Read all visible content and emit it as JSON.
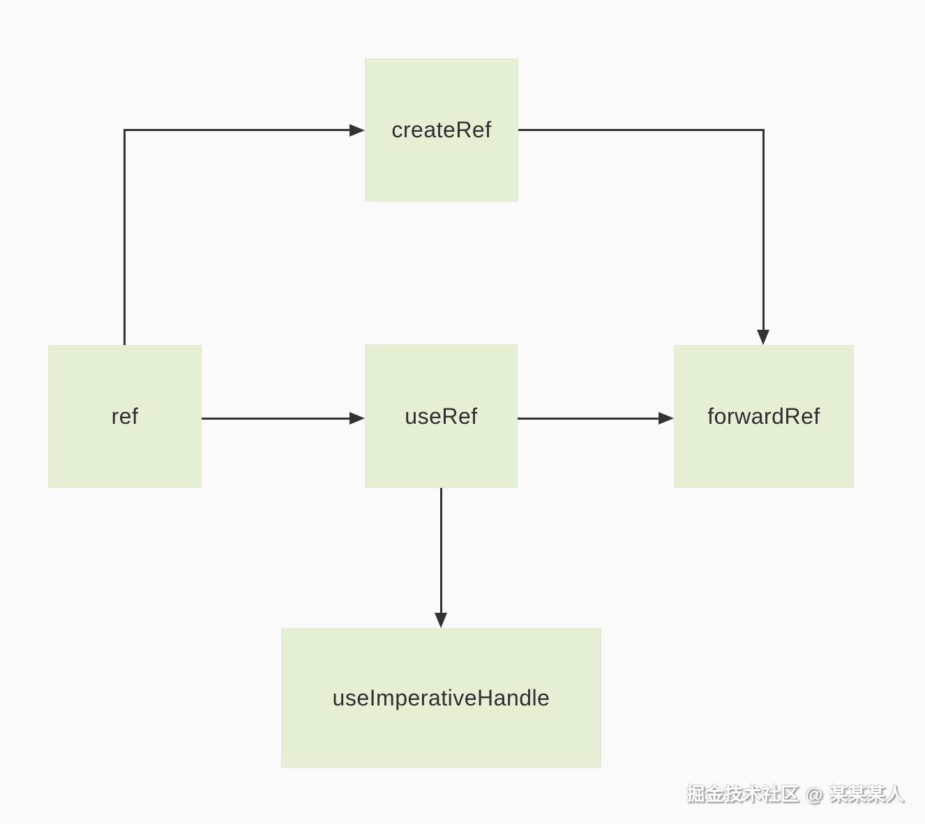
{
  "diagram": {
    "type": "flowchart",
    "nodes": [
      {
        "id": "createRef",
        "label": "createRef"
      },
      {
        "id": "ref",
        "label": "ref"
      },
      {
        "id": "useRef",
        "label": "useRef"
      },
      {
        "id": "forwardRef",
        "label": "forwardRef"
      },
      {
        "id": "useImperativeHandle",
        "label": "useImperativeHandle"
      }
    ],
    "edges": [
      {
        "from": "ref",
        "to": "createRef",
        "style": "elbow-up-right-arrow"
      },
      {
        "from": "createRef",
        "to": "forwardRef",
        "style": "elbow-right-down-arrow"
      },
      {
        "from": "ref",
        "to": "useRef",
        "style": "straight-right-arrow"
      },
      {
        "from": "useRef",
        "to": "forwardRef",
        "style": "straight-right-arrow"
      },
      {
        "from": "useRef",
        "to": "useImperativeHandle",
        "style": "straight-down-arrow"
      }
    ],
    "colors": {
      "background": "#fafafa",
      "node_fill": "#e4efd4",
      "node_border": "#e0ecce",
      "line": "#333333",
      "text": "#2f2f2f"
    }
  },
  "watermark": {
    "text": "掘金技术社区 @ 某某某人"
  }
}
